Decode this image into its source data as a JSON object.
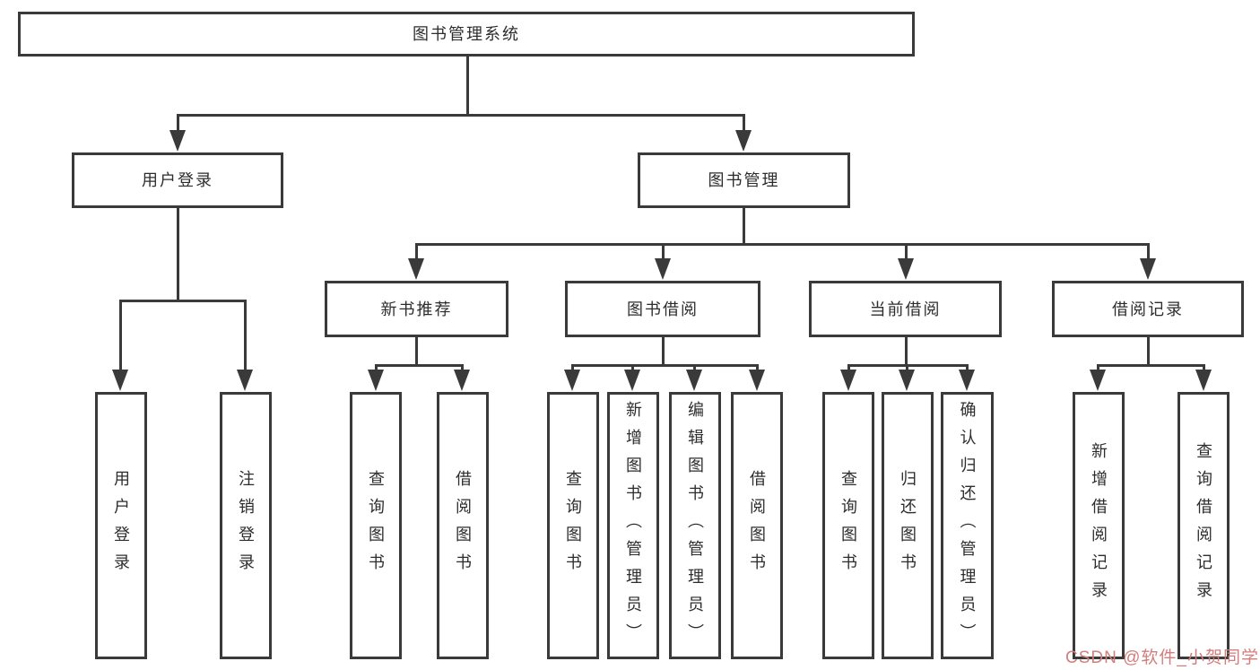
{
  "diagram": {
    "watermark": "CSDN @软件_小贺同学",
    "colors": {
      "line": "#3a3a3a",
      "text": "#2d2d2d",
      "watermark": "#d47d7d",
      "background": "#ffffff"
    },
    "tree": {
      "label": "图书管理系统",
      "children": [
        {
          "label": "用户登录",
          "children": [
            {
              "label": "用户登录"
            },
            {
              "label": "注销登录"
            }
          ]
        },
        {
          "label": "图书管理",
          "children": [
            {
              "label": "新书推荐",
              "children": [
                {
                  "label": "查询图书"
                },
                {
                  "label": "借阅图书"
                }
              ]
            },
            {
              "label": "图书借阅",
              "children": [
                {
                  "label": "查询图书"
                },
                {
                  "label": "新增图书（管理员）"
                },
                {
                  "label": "编辑图书（管理员）"
                },
                {
                  "label": "借阅图书"
                }
              ]
            },
            {
              "label": "当前借阅",
              "children": [
                {
                  "label": "查询图书"
                },
                {
                  "label": "归还图书"
                },
                {
                  "label": "确认归还（管理员）"
                }
              ]
            },
            {
              "label": "借阅记录",
              "children": [
                {
                  "label": "新增借阅记录"
                },
                {
                  "label": "查询借阅记录"
                }
              ]
            }
          ]
        }
      ]
    }
  }
}
